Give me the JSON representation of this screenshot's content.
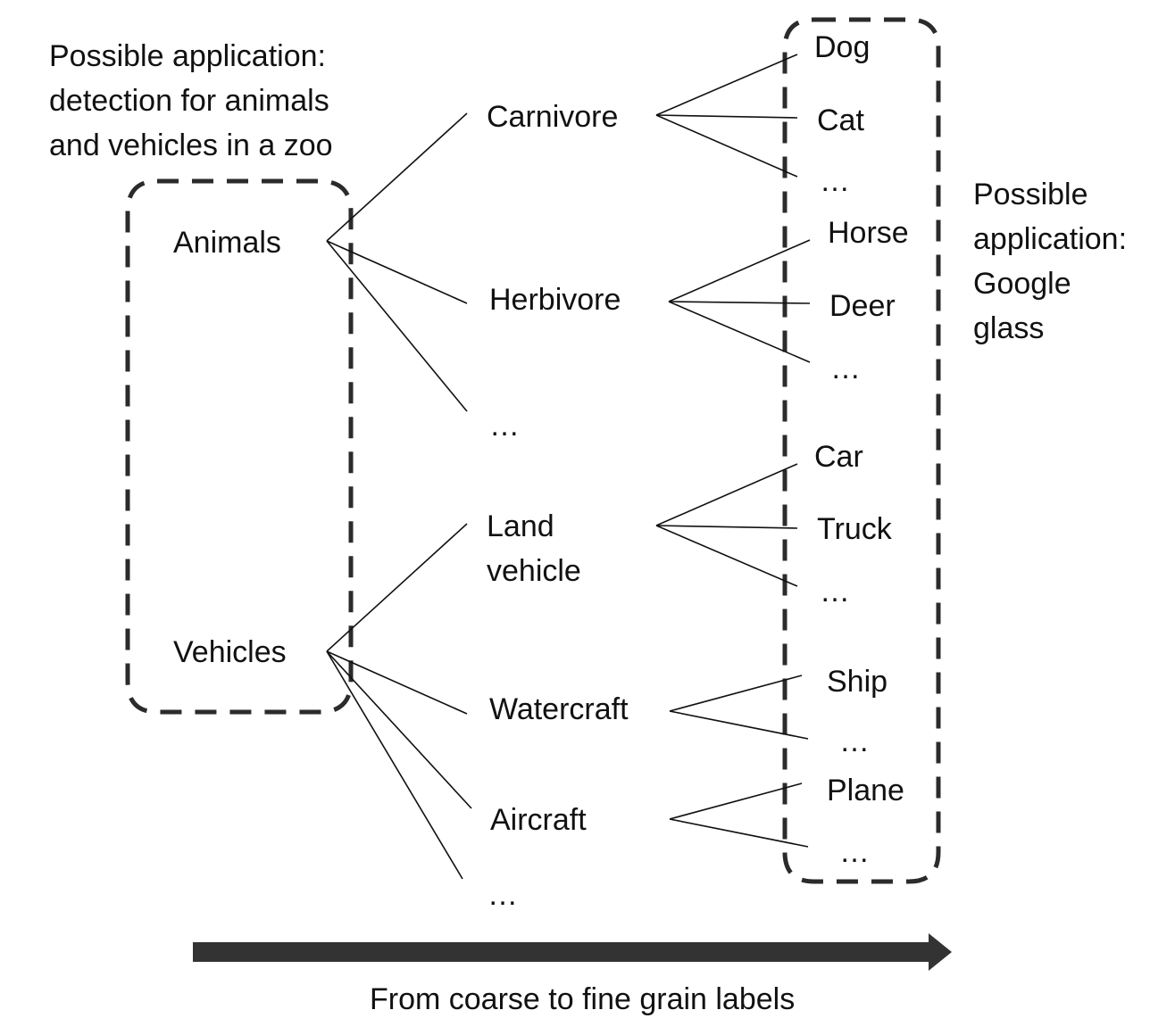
{
  "colors": {
    "ink": "#111111",
    "box_stroke": "#2b2b2b",
    "arrow": "#333333",
    "background": "#ffffff"
  },
  "annotations": {
    "left_application": "Possible application:\ndetection for animals\nand vehicles in a zoo",
    "right_application": "Possible\napplication:\nGoogle\nglass",
    "axis_caption": "From coarse to fine grain labels"
  },
  "coarse": {
    "animals": "Animals",
    "vehicles": "Vehicles"
  },
  "middle": {
    "carnivore": "Carnivore",
    "herbivore": "Herbivore",
    "animals_more": "…",
    "land_vehicle": "Land\nvehicle",
    "watercraft": "Watercraft",
    "aircraft": "Aircraft",
    "vehicles_more": "…"
  },
  "fine": {
    "dog": "Dog",
    "cat": "Cat",
    "carnivore_more": "…",
    "horse": "Horse",
    "deer": "Deer",
    "herbivore_more": "…",
    "car": "Car",
    "truck": "Truck",
    "land_more": "…",
    "ship": "Ship",
    "watercraft_more": "…",
    "plane": "Plane",
    "aircraft_more": "…"
  }
}
